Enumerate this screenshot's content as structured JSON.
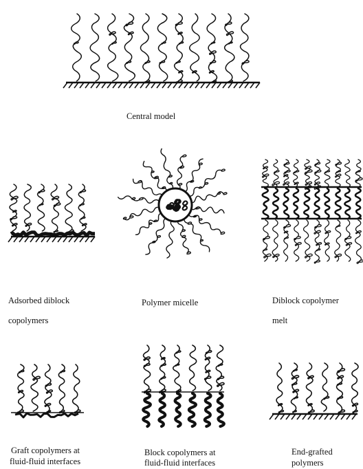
{
  "captions": {
    "central": "Central model",
    "adsorbed_line1": "Adsorbed diblock",
    "adsorbed_line2": "copolymers",
    "micelle": "Polymer micelle",
    "melt_line1": "Diblock copolymer",
    "melt_line2": "melt",
    "graft_line1": "Graft copolymers at",
    "graft_line2": "fluid-fluid interfaces",
    "block_line1": "Block copolymers at",
    "block_line2": "fluid-fluid interfaces",
    "endgrafted_line1": "End-grafted",
    "endgrafted_line2": "polymers"
  },
  "colors": {
    "ink": "#111111",
    "background": "#ffffff"
  }
}
